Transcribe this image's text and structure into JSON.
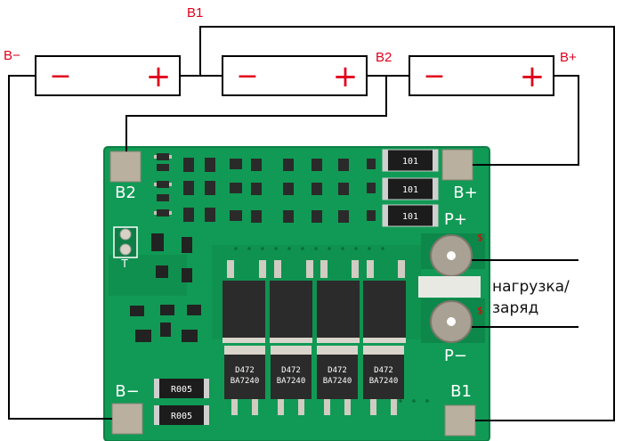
{
  "wire_labels": {
    "b_minus": "B−",
    "b1": "B1",
    "b2": "B2",
    "b_plus": "B+"
  },
  "cell_polarity": {
    "negative": "−",
    "positive": "+"
  },
  "pcb_labels": {
    "b2": "B2",
    "b_plus": "B+",
    "p_plus": "P+",
    "b_minus": "B−",
    "p_minus": "P−",
    "b1": "B1",
    "t": "T"
  },
  "resistor_codes": {
    "r1": "101",
    "r2": "101",
    "r3": "101",
    "r4": "R005",
    "r5": "R005"
  },
  "mosfet_marking": {
    "line1": "D472",
    "line2": "BA7240"
  },
  "connection_label": {
    "line1": "нагрузка/",
    "line2": "заряд"
  },
  "side_marks": {
    "top": "$",
    "bottom": "$"
  },
  "colors": {
    "pcb_green": "#119a55",
    "wire": "#000000",
    "polarity": "#e0001b",
    "pad": "#b9b0a0"
  }
}
